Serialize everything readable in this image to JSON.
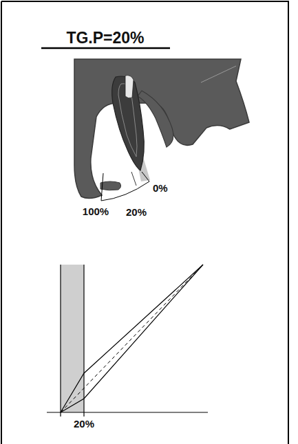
{
  "diagram": {
    "title": "TG.P=20%",
    "labels": [
      "0%",
      "100%",
      "20%",
      "20%"
    ]
  }
}
